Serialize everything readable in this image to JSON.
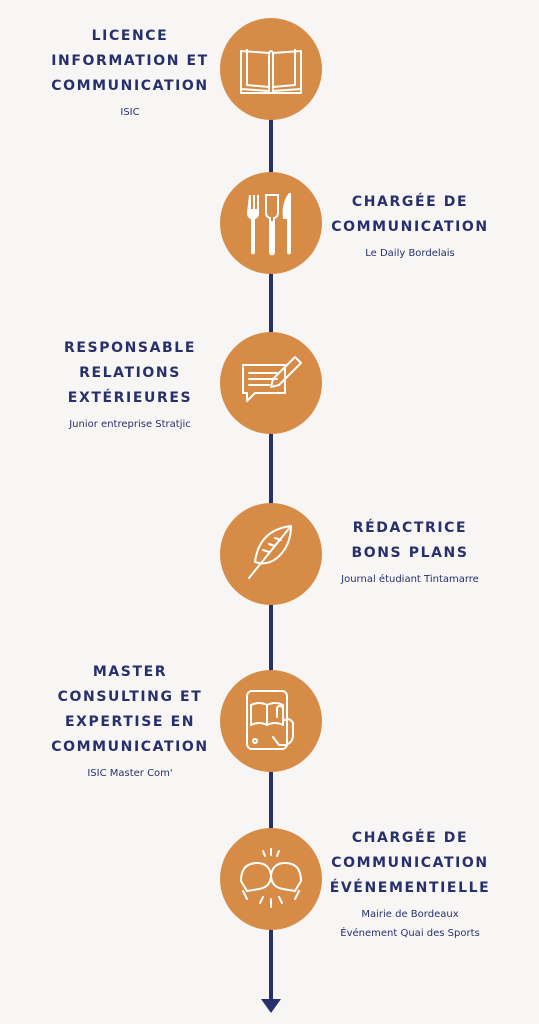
{
  "accent_color": "#d68c47",
  "line_color": "#27306a",
  "steps": [
    {
      "title": "LICENCE\nINFORMATION ET\nCOMMUNICATION",
      "subtitle": "ISIC",
      "icon": "open-book-icon"
    },
    {
      "title": "CHARGÉE DE\nCOMMUNICATION",
      "subtitle": "Le Daily Bordelais",
      "icon": "cutlery-icon"
    },
    {
      "title": "RESPONSABLE\nRELATIONS\nEXTÉRIEURES",
      "subtitle": "Junior entreprise Stratjic",
      "icon": "speech-bubble-pencil-icon"
    },
    {
      "title": "RÉDACTRICE\nBONS PLANS",
      "subtitle": "Journal étudiant Tintamarre",
      "icon": "feather-icon"
    },
    {
      "title": "MASTER\nCONSULTING ET\nEXPERTISE EN\nCOMMUNICATION",
      "subtitle": "ISIC Master Com'",
      "icon": "tablet-reading-icon"
    },
    {
      "title": "CHARGÉE DE\nCOMMUNICATION\nÉVÉNEMENTIELLE",
      "subtitle": "Mairie de Bordeaux\nÉvénement Quai des Sports",
      "icon": "boxing-gloves-icon"
    }
  ]
}
